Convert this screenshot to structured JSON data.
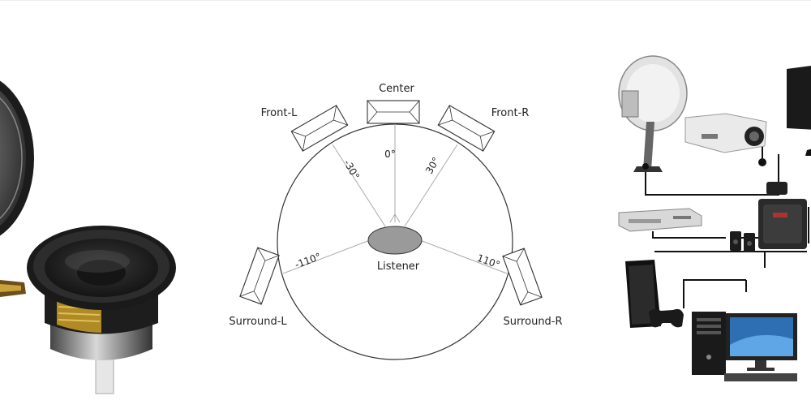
{
  "diagram": {
    "speakers": [
      {
        "id": "front-left",
        "label": "Front-L"
      },
      {
        "id": "center",
        "label": "Center"
      },
      {
        "id": "front-right",
        "label": "Front-R"
      },
      {
        "id": "surround-left",
        "label": "Surround-L"
      },
      {
        "id": "surround-right",
        "label": "Surround-R"
      }
    ],
    "angles": [
      {
        "label": "0°",
        "value": 0
      },
      {
        "label": "-30°",
        "value": -30
      },
      {
        "label": "30°",
        "value": 30
      },
      {
        "label": "-110°",
        "value": -110
      },
      {
        "label": "110°",
        "value": 110
      }
    ],
    "listener_label": "Listener"
  },
  "images": {
    "left": "speaker-drivers-photo",
    "right": "home-theater-equipment-photo"
  }
}
